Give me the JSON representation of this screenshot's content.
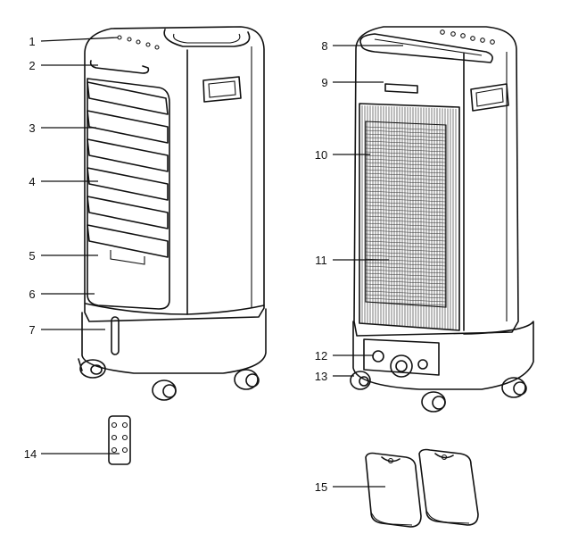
{
  "figure": {
    "callouts": [
      {
        "id": "1",
        "text": "1"
      },
      {
        "id": "2",
        "text": "2"
      },
      {
        "id": "3",
        "text": "3"
      },
      {
        "id": "4",
        "text": "4"
      },
      {
        "id": "5",
        "text": "5"
      },
      {
        "id": "6",
        "text": "6"
      },
      {
        "id": "7",
        "text": "7"
      },
      {
        "id": "8",
        "text": "8"
      },
      {
        "id": "9",
        "text": "9"
      },
      {
        "id": "10",
        "text": "10"
      },
      {
        "id": "11",
        "text": "11"
      },
      {
        "id": "12",
        "text": "12"
      },
      {
        "id": "13",
        "text": "13"
      },
      {
        "id": "14",
        "text": "14"
      },
      {
        "id": "15",
        "text": "15"
      }
    ],
    "parts_icons": [
      "air-cooler-front-icon",
      "air-cooler-back-icon",
      "remote-control-icon",
      "ice-pack-icon"
    ],
    "line_color": "#111111",
    "background": "#ffffff"
  }
}
